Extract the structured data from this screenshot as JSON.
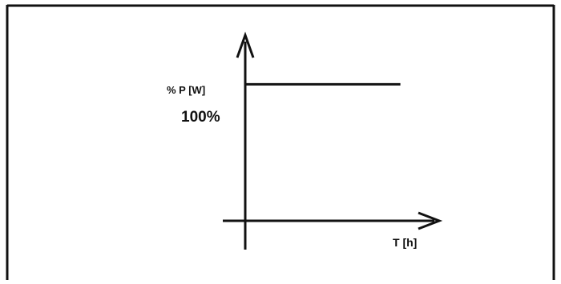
{
  "chart_data": {
    "type": "line",
    "title": "",
    "ylabel": "% P [W]",
    "xlabel": "T [h]",
    "y_tick_label": "100%",
    "series": [
      {
        "x": [
          0,
          1
        ],
        "y": [
          100,
          100
        ]
      }
    ],
    "xlim": [
      0,
      1.25
    ],
    "ylim": [
      0,
      136
    ],
    "grid": false,
    "line_color": "#111111"
  }
}
